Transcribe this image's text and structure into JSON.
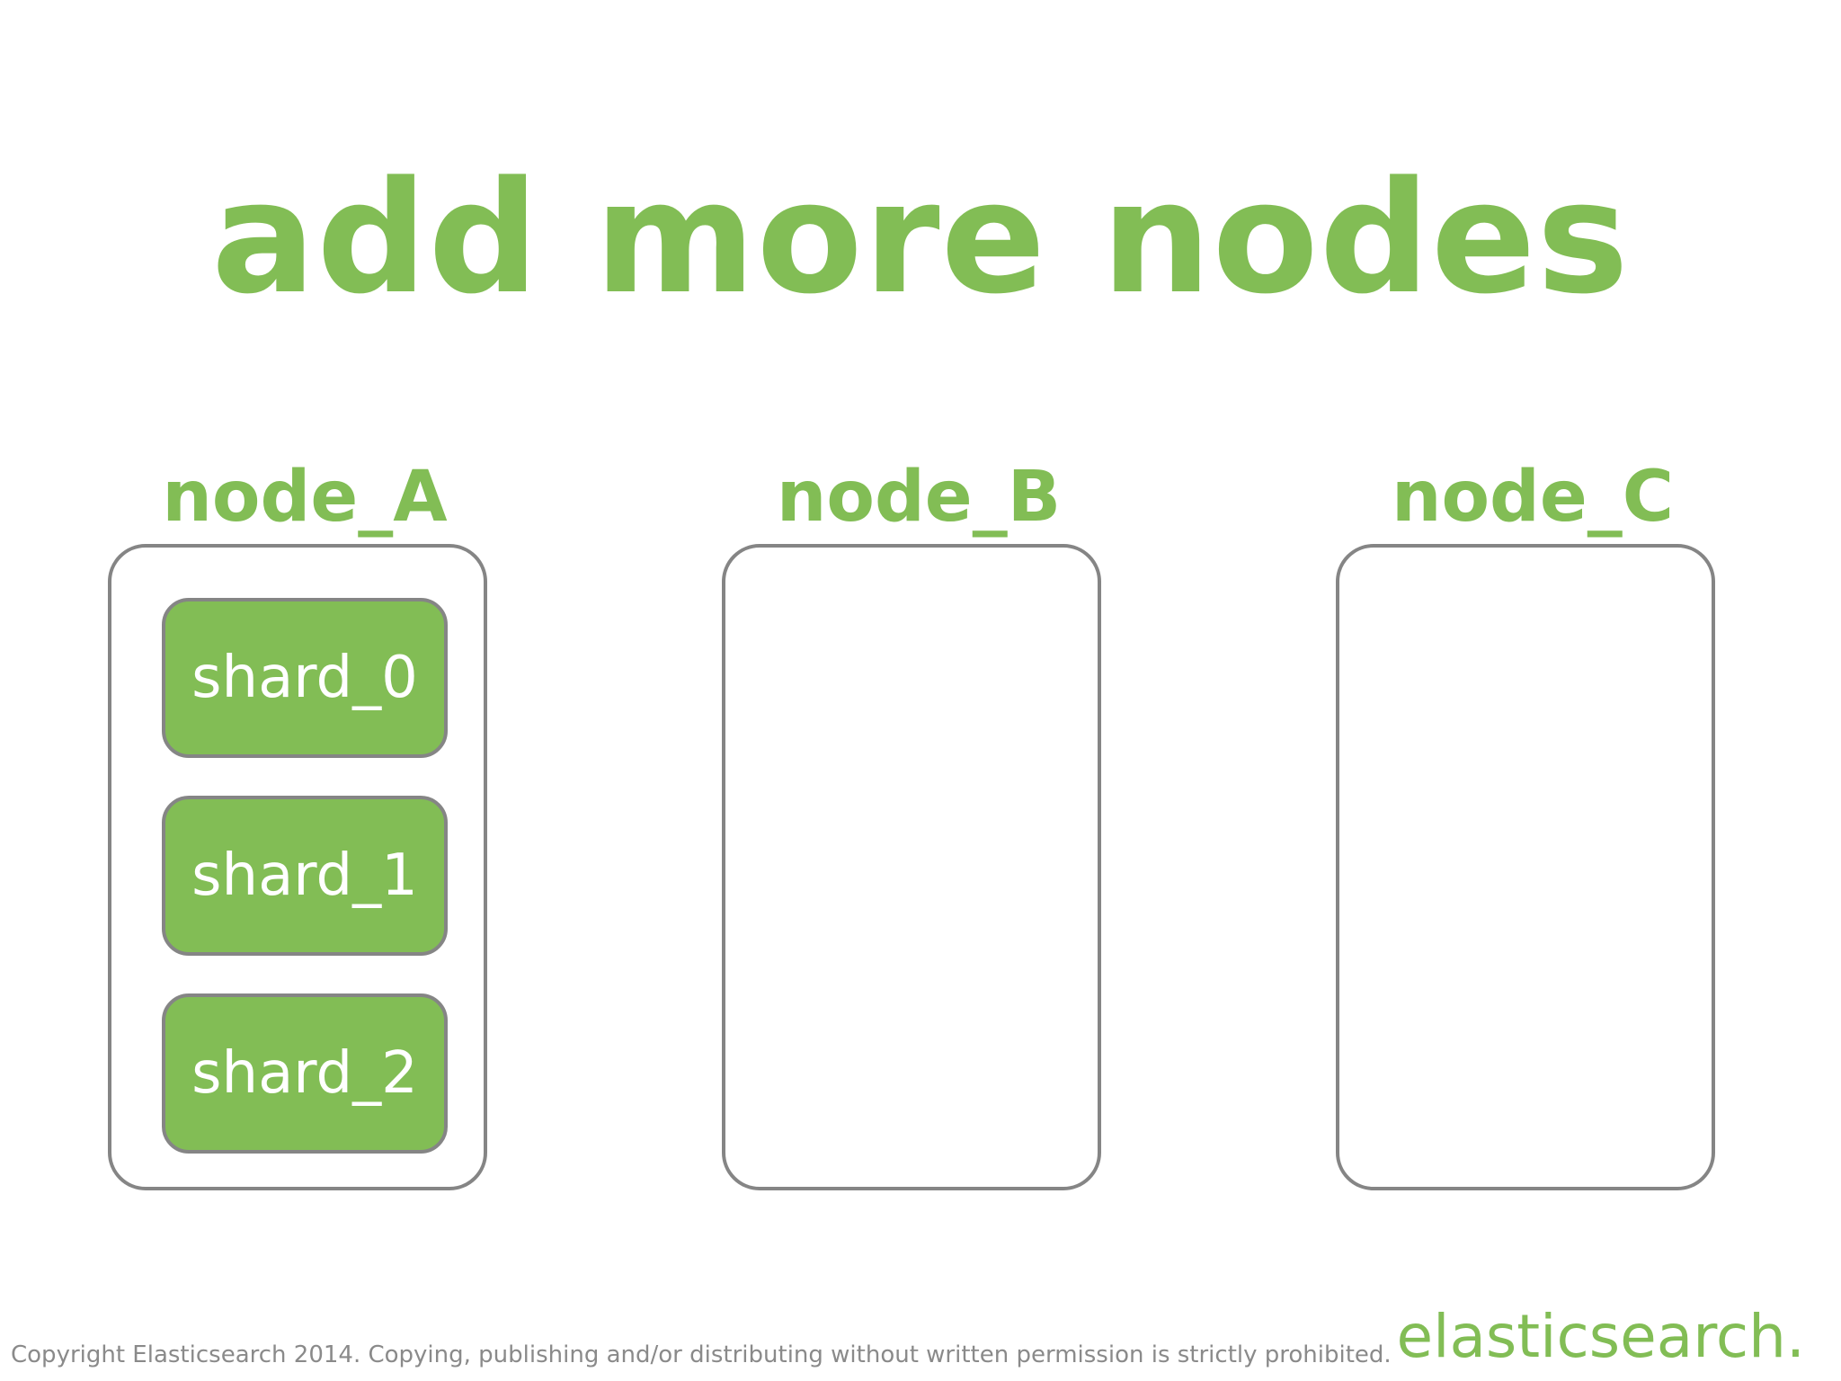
{
  "title": "add more nodes",
  "nodes": [
    {
      "label": "node_A",
      "shards": [
        "shard_0",
        "shard_1",
        "shard_2"
      ]
    },
    {
      "label": "node_B",
      "shards": []
    },
    {
      "label": "node_C",
      "shards": []
    }
  ],
  "footer": {
    "copyright": "Copyright Elasticsearch 2014. Copying, publishing and/or distributing without written permission is strictly prohibited.",
    "logo": "elasticsearch."
  },
  "colors": {
    "accent_green": "#82bd55",
    "border_gray": "#858585",
    "footer_gray": "#8a8a8a",
    "background": "#ffffff"
  }
}
